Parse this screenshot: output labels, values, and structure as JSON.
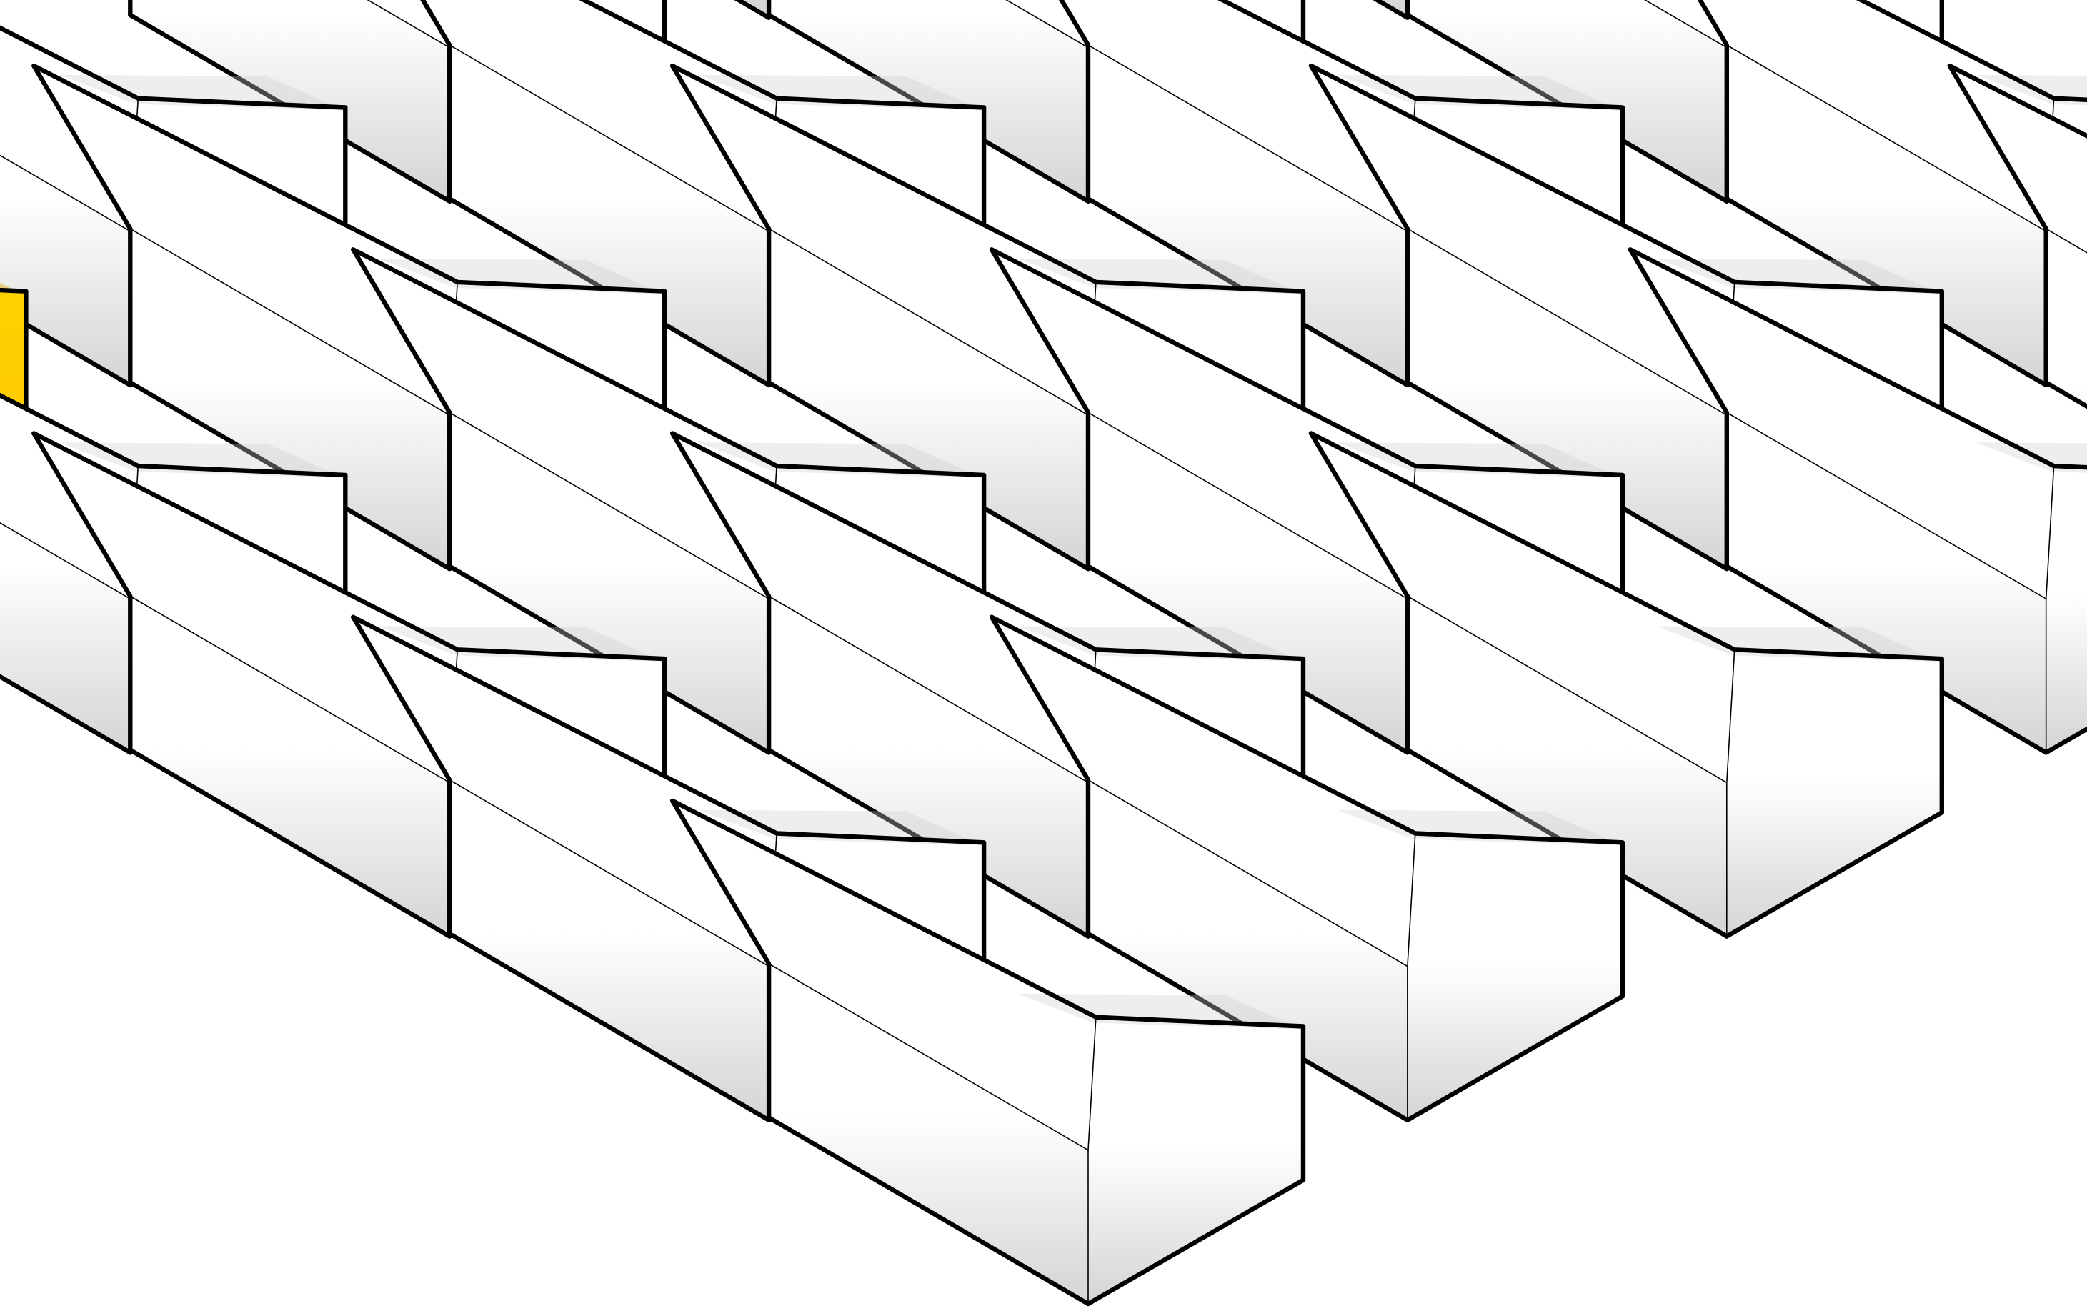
{
  "diagram": {
    "grid": {
      "rows": 5,
      "cols": 5
    },
    "highlighted": {
      "row": 0,
      "col": 4
    },
    "house_icon": "house-icon",
    "colors": {
      "background": "#ffffff",
      "outline": "#000000",
      "roof_fill": "#ffffff",
      "wall_light": "#ffffff",
      "wall_shade": "#d4d4d4",
      "highlight_light": "#ffd000",
      "highlight_shade": "#dca800"
    }
  }
}
